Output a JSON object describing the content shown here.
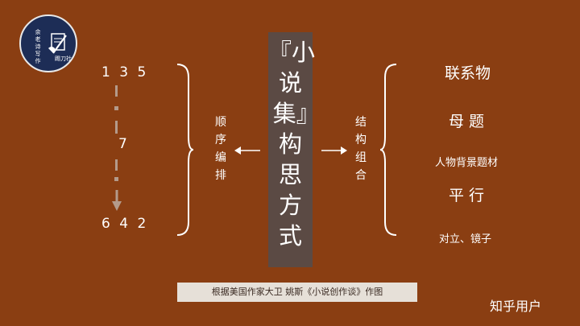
{
  "logo": {
    "left_text": "余老诗写作",
    "bottom_text": "踢刀社"
  },
  "title": "『小说集』构思方式",
  "left": {
    "top_numbers": "1 3 5",
    "middle_number": "7",
    "bottom_numbers": "6 4 2",
    "label": "顺序编排"
  },
  "right": {
    "label": "结构组合",
    "items": [
      "联系物",
      "母 题",
      "人物背景题材",
      "平 行",
      "对立、镜子"
    ]
  },
  "caption": "根据美国作家大卫 姚斯《小说创作谈》作图",
  "watermark": "知乎用户",
  "colors": {
    "background": "#8a3e12",
    "title_column": "#5b4a44",
    "logo": "#1d2d56",
    "caption_bg": "#e6e0d8"
  }
}
